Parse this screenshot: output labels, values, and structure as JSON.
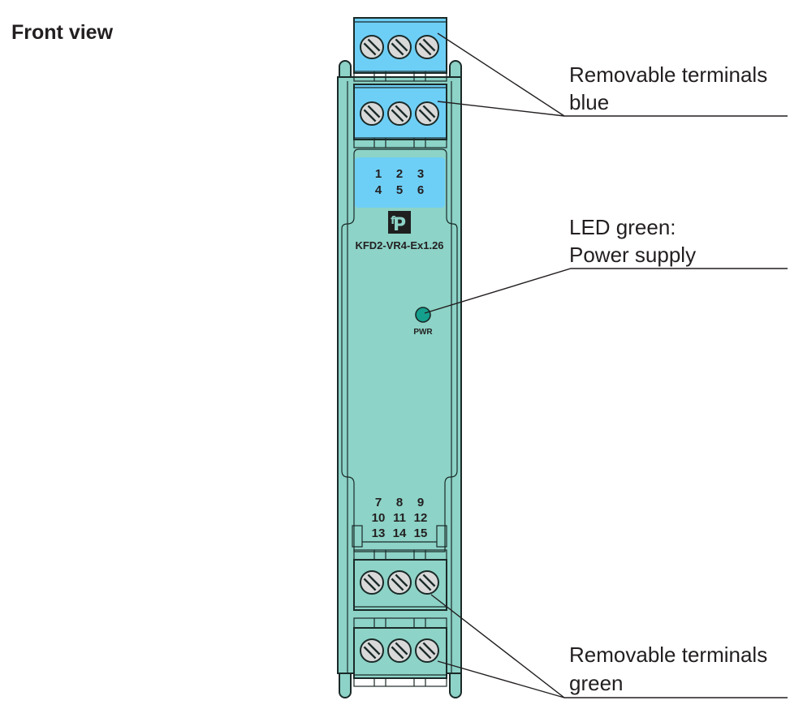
{
  "title": "Front view",
  "device": {
    "model": "KFD2-VR4-Ex1.26",
    "logo": "pepperl-fuchs-logo",
    "led_label": "PWR",
    "terminal_numbers_top": [
      [
        "1",
        "2",
        "3"
      ],
      [
        "4",
        "5",
        "6"
      ]
    ],
    "terminal_numbers_bottom": [
      [
        "7",
        "8",
        "9"
      ],
      [
        "10",
        "11",
        "12"
      ],
      [
        "13",
        "14",
        "15"
      ]
    ]
  },
  "callouts": {
    "top_terminals": {
      "line1": "Removable terminals",
      "line2": "blue"
    },
    "led": {
      "line1": "LED green:",
      "line2": "Power supply"
    },
    "bottom_terminals": {
      "line1": "Removable terminals",
      "line2": "green"
    }
  },
  "colors": {
    "housing": "#8dd3c7",
    "blue_terminal": "#6ecff6",
    "green_terminal": "#8dd3c7",
    "screw": "#d9d9d9",
    "led": "#15a08e",
    "outline": "#1a2a28"
  }
}
